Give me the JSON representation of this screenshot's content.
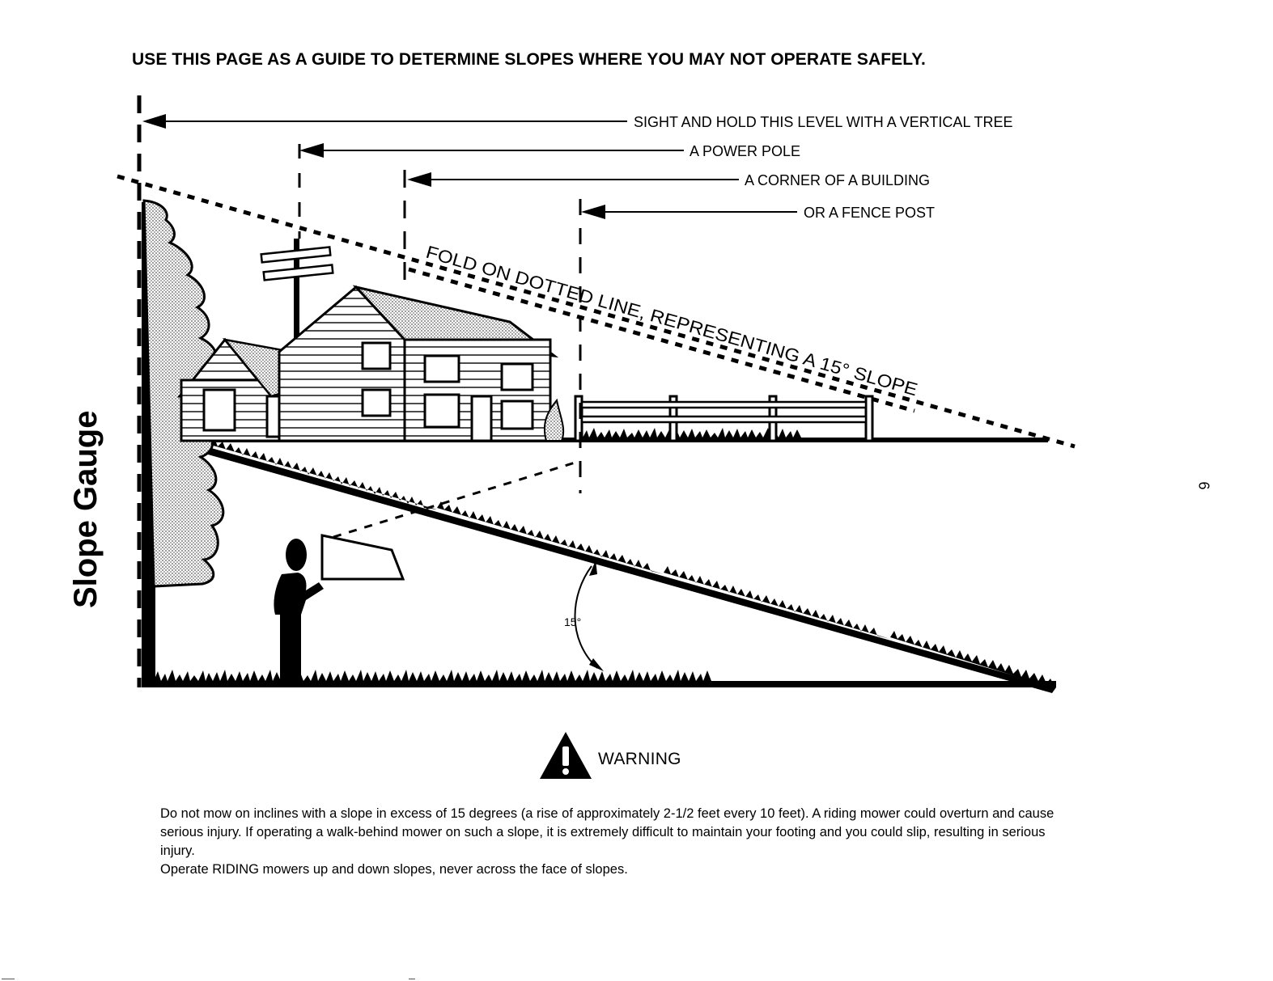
{
  "page": {
    "heading": "USE THIS PAGE AS A GUIDE TO DETERMINE SLOPES WHERE YOU MAY NOT OPERATE SAFELY.",
    "side_title": "Slope Gauge",
    "page_number": "6"
  },
  "diagram": {
    "sight_labels": [
      "SIGHT AND HOLD THIS LEVEL WITH A VERTICAL TREE",
      "A POWER POLE",
      "A CORNER OF A BUILDING",
      "OR A FENCE POST"
    ],
    "fold_label": "FOLD ON DOTTED LINE, REPRESENTING A 15° SLOPE",
    "angle_label": "15°"
  },
  "warning": {
    "title": "WARNING",
    "paragraph": "Do not mow on inclines with a slope in excess of 15 degrees (a rise of approximately 2-1/2 feet every 10 feet). A riding mower could overturn and cause serious injury. If operating a walk-behind mower on such a slope, it is extremely difficult to maintain your footing and you could slip, resulting in serious injury.",
    "instruction": "Operate RIDING mowers up and down slopes, never across the face of slopes."
  }
}
